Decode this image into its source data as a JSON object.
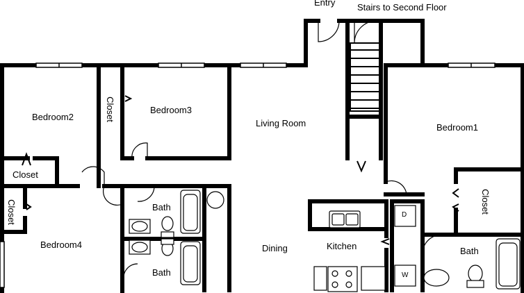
{
  "labels": {
    "entry": "Entry",
    "stairs": "Stairs to Second Floor",
    "bedroom1": "Bedroom1",
    "bedroom2": "Bedroom2",
    "bedroom3": "Bedroom3",
    "bedroom4": "Bedroom4",
    "living_room": "Living Room",
    "dining": "Dining",
    "kitchen": "Kitchen",
    "bath_upper": "Bath",
    "bath_lower": "Bath",
    "bath_right": "Bath",
    "closet_b2": "Closet",
    "closet_b3": "Closet",
    "closet_b4": "Closet",
    "closet_b1": "Closet",
    "washer": "W",
    "dryer": "D"
  },
  "colors": {
    "wall": "#000000",
    "background": "#ffffff"
  }
}
